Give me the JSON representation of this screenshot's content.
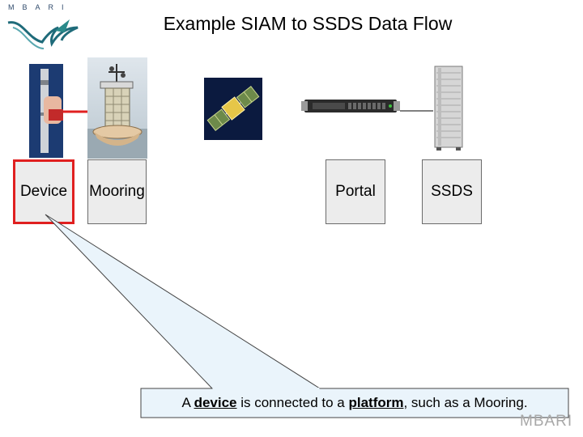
{
  "logo": {
    "text": "MBARI"
  },
  "title": "Example SIAM to SSDS Data Flow",
  "nodes": {
    "device": "Device",
    "mooring": "Mooring",
    "portal": "Portal",
    "ssds": "SSDS"
  },
  "caption": {
    "part1": "A ",
    "device": "device",
    "part2": " is connected to a ",
    "platform": "platform",
    "part3": ", such as a Mooring."
  },
  "footer": {
    "brand": "MBARI"
  },
  "colors": {
    "highlight": "#e02020",
    "node_fill": "#ececec",
    "callout_fill": "#eaf4fb"
  }
}
